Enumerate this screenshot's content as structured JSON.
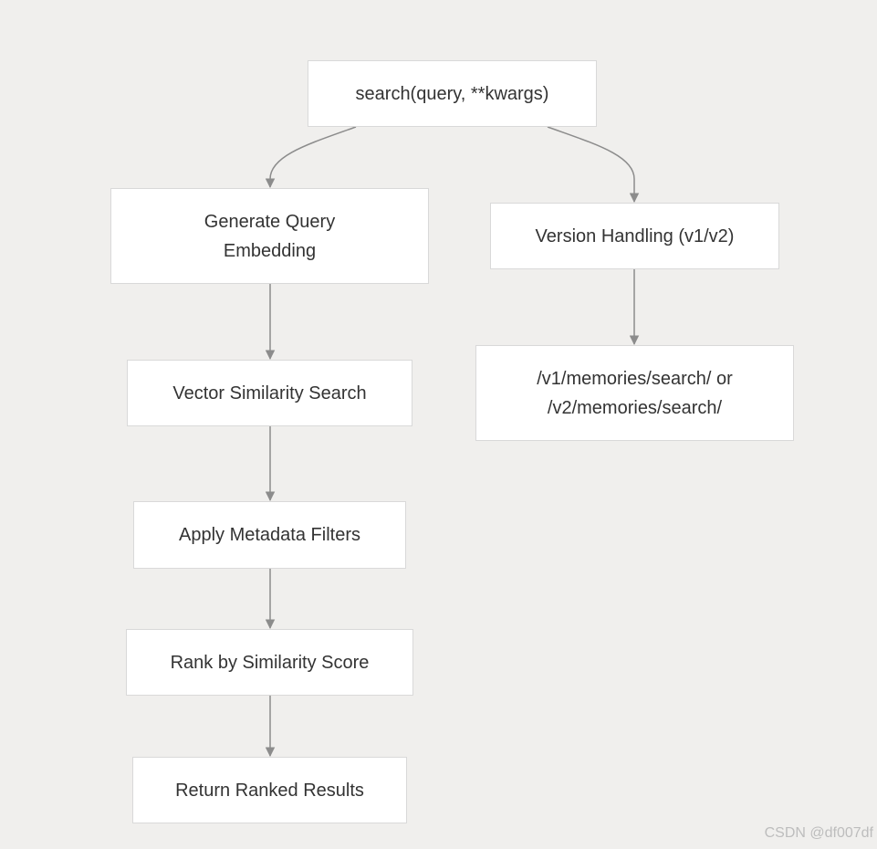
{
  "nodes": {
    "search": {
      "label": "search(query, **kwargs)"
    },
    "embed": {
      "line1": "Generate Query",
      "line2": "Embedding"
    },
    "version": {
      "label": "Version Handling (v1/v2)"
    },
    "vector": {
      "label": "Vector Similarity Search"
    },
    "endpoint": {
      "line1": "/v1/memories/search/ or",
      "line2": "/v2/memories/search/"
    },
    "filters": {
      "label": "Apply Metadata Filters"
    },
    "rank": {
      "label": "Rank by Similarity Score"
    },
    "results": {
      "label": "Return Ranked Results"
    }
  },
  "edges": [
    {
      "from": "search",
      "to": "embed"
    },
    {
      "from": "search",
      "to": "version"
    },
    {
      "from": "embed",
      "to": "vector"
    },
    {
      "from": "vector",
      "to": "filters"
    },
    {
      "from": "filters",
      "to": "rank"
    },
    {
      "from": "rank",
      "to": "results"
    },
    {
      "from": "version",
      "to": "endpoint"
    }
  ],
  "watermark": "CSDN @df007df",
  "colors": {
    "background": "#f0efed",
    "node_fill": "#ffffff",
    "node_border": "#d9d9d9",
    "edge": "#8c8c8c",
    "text": "#333333"
  }
}
